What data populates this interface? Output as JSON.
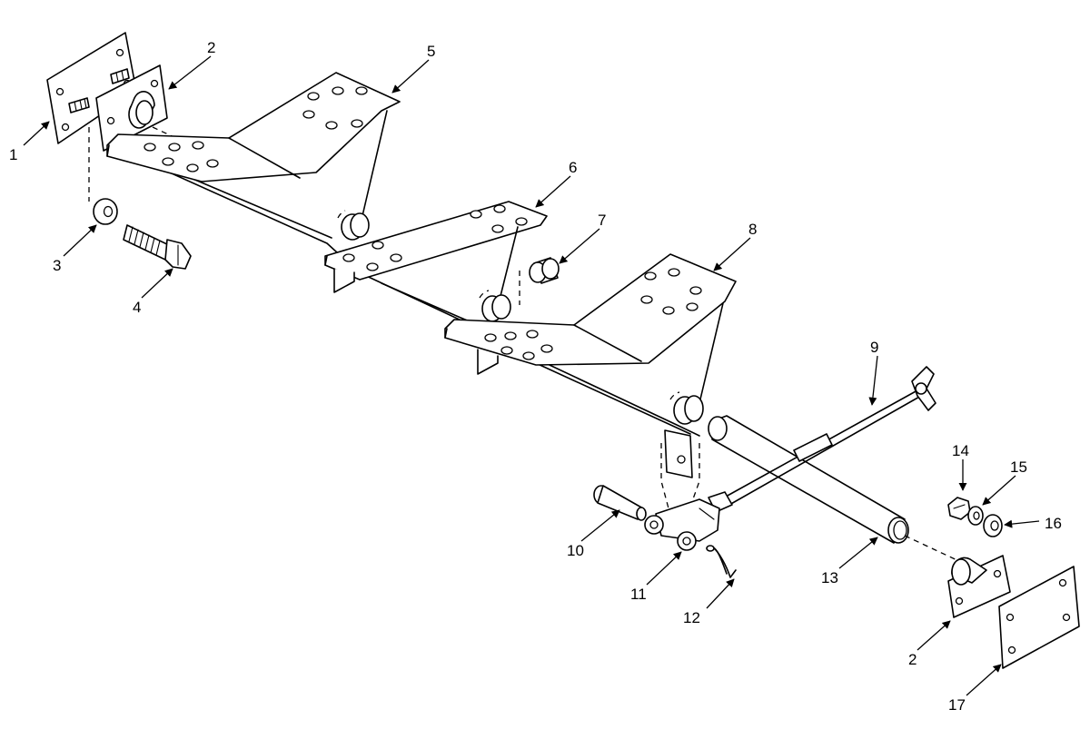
{
  "callouts": {
    "c1": "1",
    "c2a": "2",
    "c2b": "2",
    "c3": "3",
    "c4": "4",
    "c5": "5",
    "c6": "6",
    "c7": "7",
    "c8": "8",
    "c9": "9",
    "c10": "10",
    "c11": "11",
    "c12": "12",
    "c13": "13",
    "c14": "14",
    "c15": "15",
    "c16": "16",
    "c17": "17"
  }
}
